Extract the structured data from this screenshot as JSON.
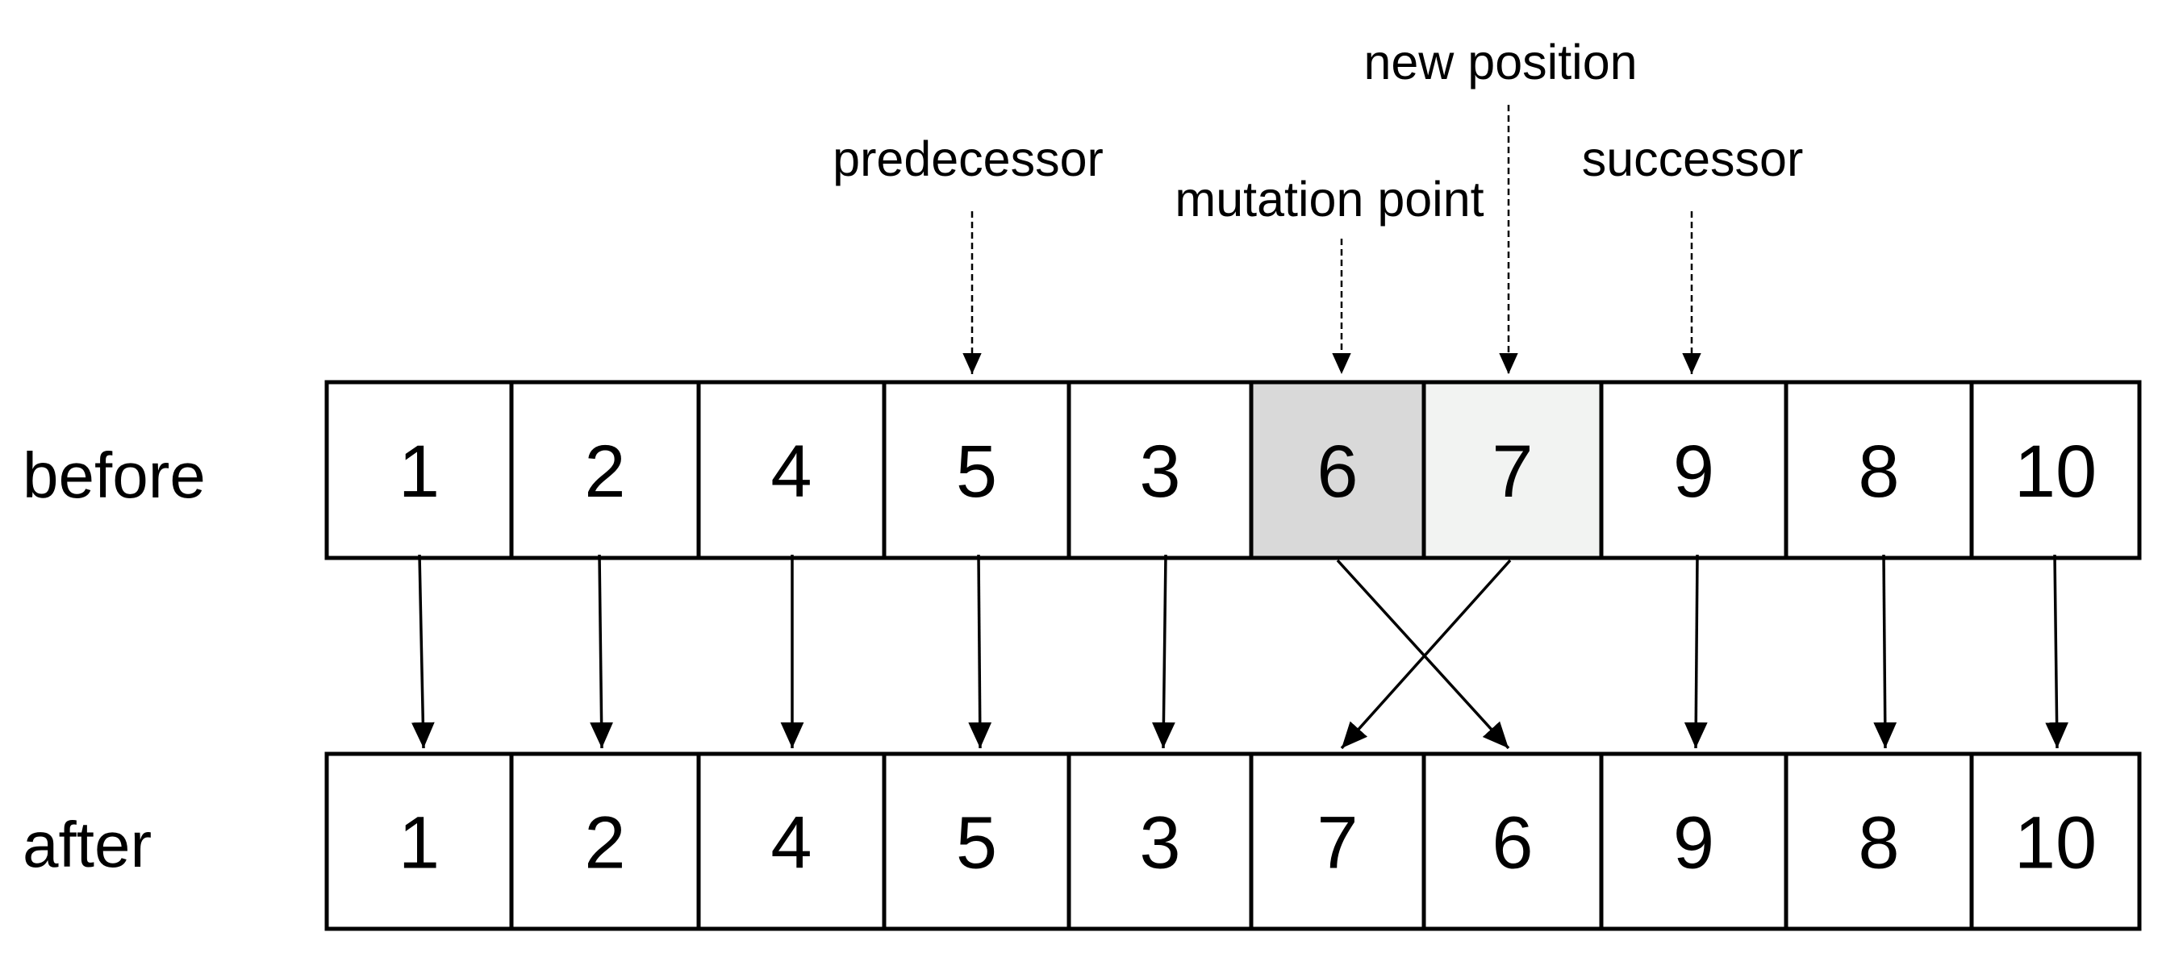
{
  "diagram": {
    "rows": [
      {
        "label": "before",
        "cells": [
          "1",
          "2",
          "4",
          "5",
          "3",
          "6",
          "7",
          "9",
          "8",
          "10"
        ]
      },
      {
        "label": "after",
        "cells": [
          "1",
          "2",
          "4",
          "5",
          "3",
          "7",
          "6",
          "9",
          "8",
          "10"
        ]
      }
    ],
    "highlights": [
      {
        "row": 0,
        "index": 5,
        "color": "#d9d9d9"
      },
      {
        "row": 0,
        "index": 6,
        "color": "#f2f3f2"
      }
    ],
    "annotations": [
      {
        "label": "predecessor",
        "target_index": 3
      },
      {
        "label": "mutation point",
        "target_index": 5
      },
      {
        "label": "new position",
        "target_index": 6
      },
      {
        "label": "successor",
        "target_index": 7
      }
    ],
    "mappings": [
      [
        0,
        0
      ],
      [
        1,
        1
      ],
      [
        2,
        2
      ],
      [
        3,
        3
      ],
      [
        4,
        4
      ],
      [
        5,
        6
      ],
      [
        6,
        5
      ],
      [
        7,
        7
      ],
      [
        8,
        8
      ],
      [
        9,
        9
      ]
    ]
  }
}
